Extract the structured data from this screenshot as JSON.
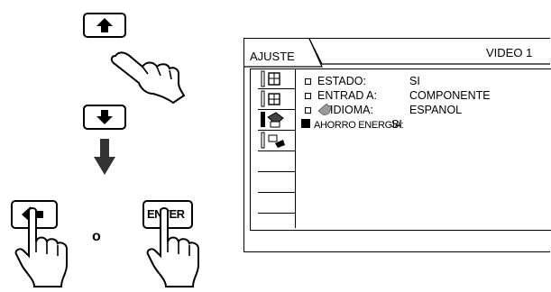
{
  "instruction": {
    "connector_word": "o",
    "enter_key_label": "ENTER"
  },
  "menu": {
    "title": "AJUSTE",
    "input_label": "VIDEO 1",
    "rows": [
      {
        "marker": "hollow-square",
        "label": "ESTADO:",
        "value": "SI"
      },
      {
        "marker": "hollow-square",
        "label": "ENTRAD A:",
        "value": "COMPONENTE"
      },
      {
        "marker": "hollow-square",
        "label": "IDIOMA:",
        "value": "ESPANOL"
      },
      {
        "marker": "filled-square",
        "label": "AHORRO ENERGIA:",
        "value": "SI"
      }
    ],
    "tabs": [
      "picture-icon",
      "image-adjust-icon",
      "settings-icon",
      "installation-icon"
    ]
  }
}
